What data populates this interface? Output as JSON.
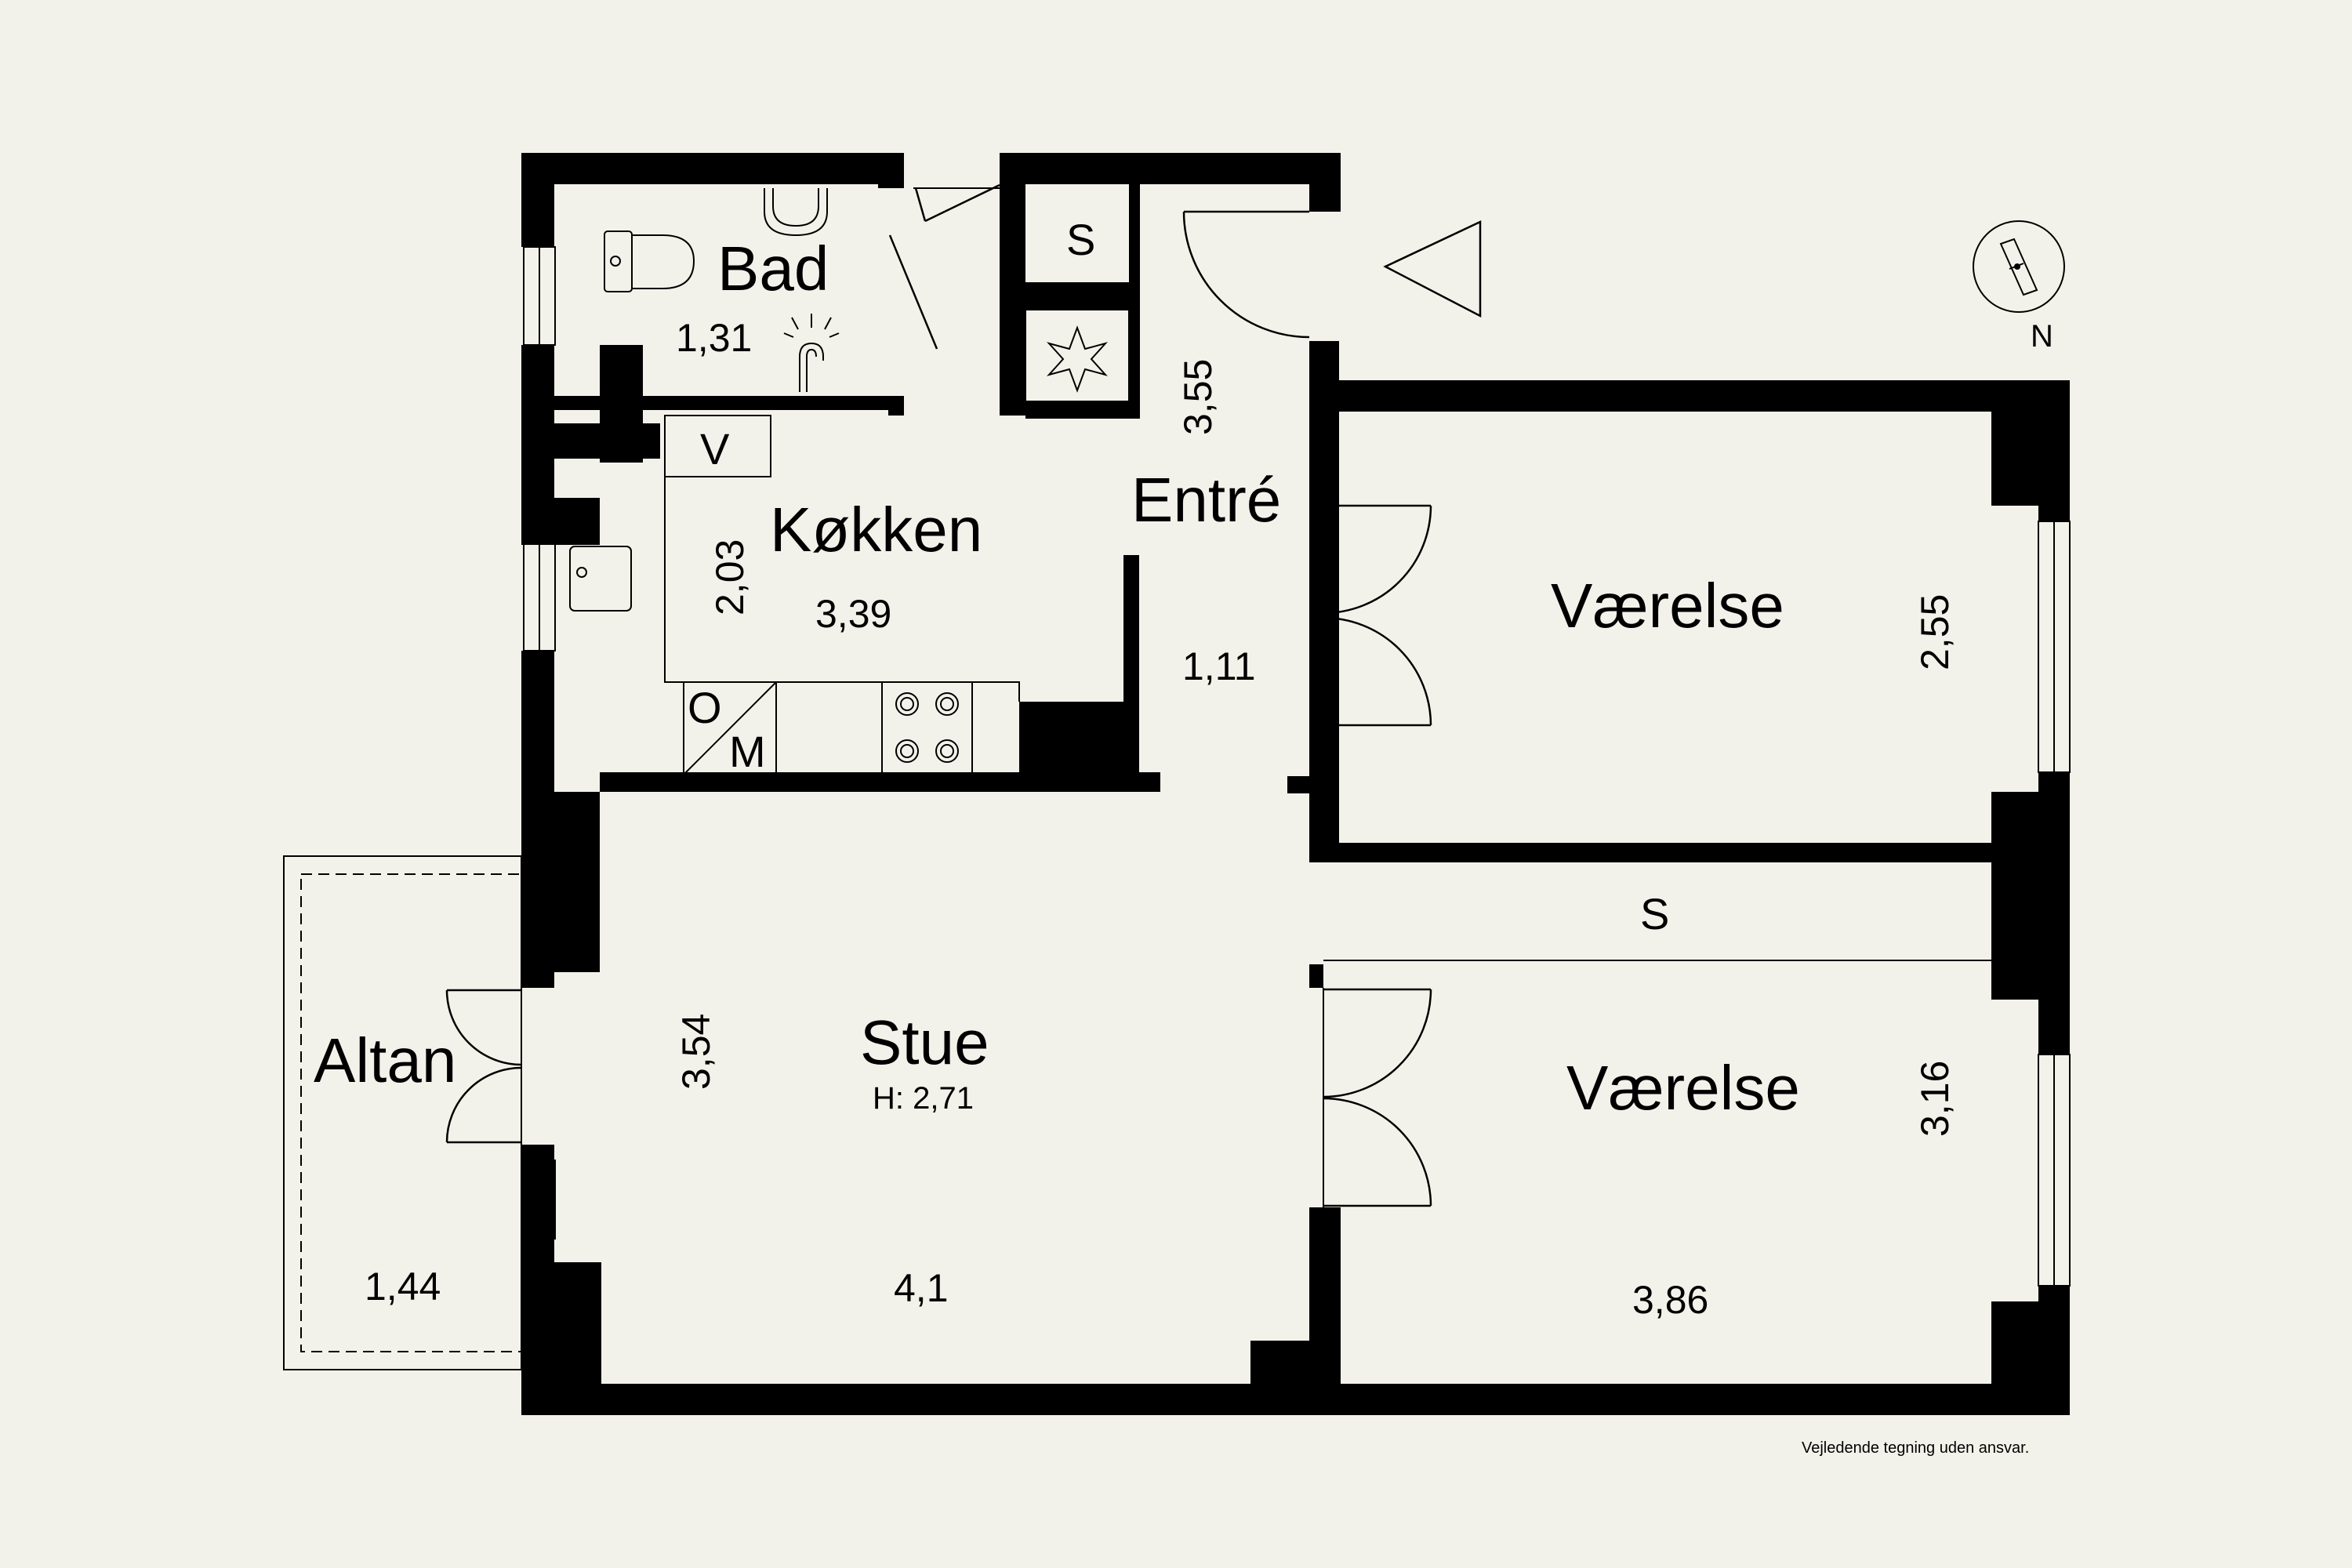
{
  "rooms": {
    "bad": {
      "name": "Bad",
      "width": "1,31"
    },
    "kokken": {
      "name": "Køkken",
      "width": "3,39",
      "depth": "2,03"
    },
    "entre": {
      "name": "Entré",
      "depth": "3,55",
      "width": "1,11"
    },
    "vaerelse_top": {
      "name": "Værelse",
      "depth": "2,55"
    },
    "vaerelse_bottom": {
      "name": "Værelse",
      "depth": "3,16",
      "width": "3,86"
    },
    "stue": {
      "name": "Stue",
      "height_note": "H: 2,71",
      "depth": "3,54",
      "width": "4,1"
    },
    "altan": {
      "name": "Altan",
      "width": "1,44"
    }
  },
  "fixtures": {
    "closet_top": "S",
    "closet_bedrooms": "S",
    "washer": "V",
    "oven": "O",
    "microwave": "M"
  },
  "compass": {
    "label": "N"
  },
  "footer": {
    "disclaimer": "Vejledende tegning uden ansvar."
  }
}
